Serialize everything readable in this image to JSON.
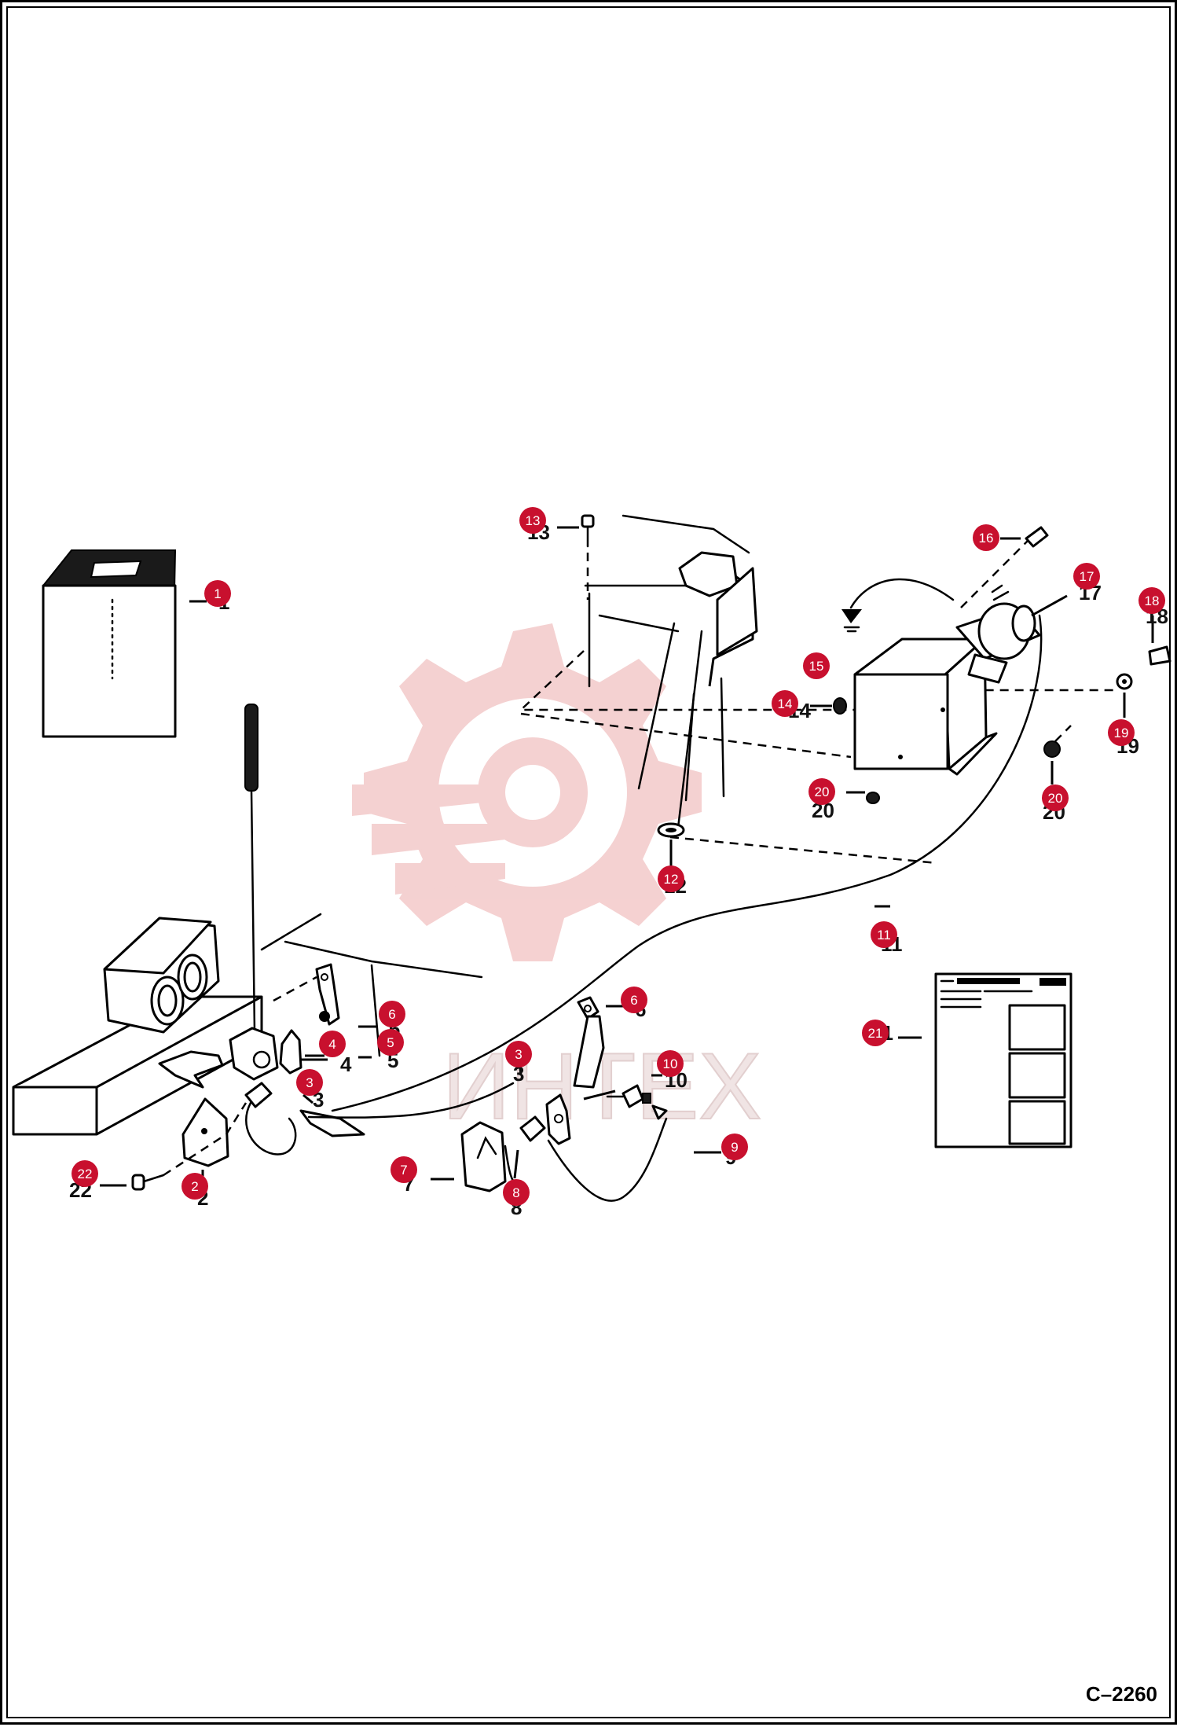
{
  "drawing_code": "C–2260",
  "watermark_text": "ИНТЕХ",
  "callouts": [
    {
      "id": "c1",
      "number": "1"
    },
    {
      "id": "c2",
      "number": "2"
    },
    {
      "id": "c3a",
      "number": "3"
    },
    {
      "id": "c3b",
      "number": "3"
    },
    {
      "id": "c4",
      "number": "4"
    },
    {
      "id": "c5",
      "number": "5"
    },
    {
      "id": "c6a",
      "number": "6"
    },
    {
      "id": "c6b",
      "number": "6"
    },
    {
      "id": "c7",
      "number": "7"
    },
    {
      "id": "c8",
      "number": "8"
    },
    {
      "id": "c9",
      "number": "9"
    },
    {
      "id": "c10",
      "number": "10"
    },
    {
      "id": "c11",
      "number": "11"
    },
    {
      "id": "c12",
      "number": "12"
    },
    {
      "id": "c13",
      "number": "13"
    },
    {
      "id": "c14",
      "number": "14"
    },
    {
      "id": "c15",
      "number": "15"
    },
    {
      "id": "c16",
      "number": "16"
    },
    {
      "id": "c17",
      "number": "17"
    },
    {
      "id": "c18",
      "number": "18"
    },
    {
      "id": "c19",
      "number": "19"
    },
    {
      "id": "c20a",
      "number": "20"
    },
    {
      "id": "c20b",
      "number": "20"
    },
    {
      "id": "c21",
      "number": "21"
    },
    {
      "id": "c22",
      "number": "22"
    }
  ],
  "colors": {
    "badge": "#c8102e",
    "watermark": "#f3c9c9",
    "line": "#000000"
  }
}
